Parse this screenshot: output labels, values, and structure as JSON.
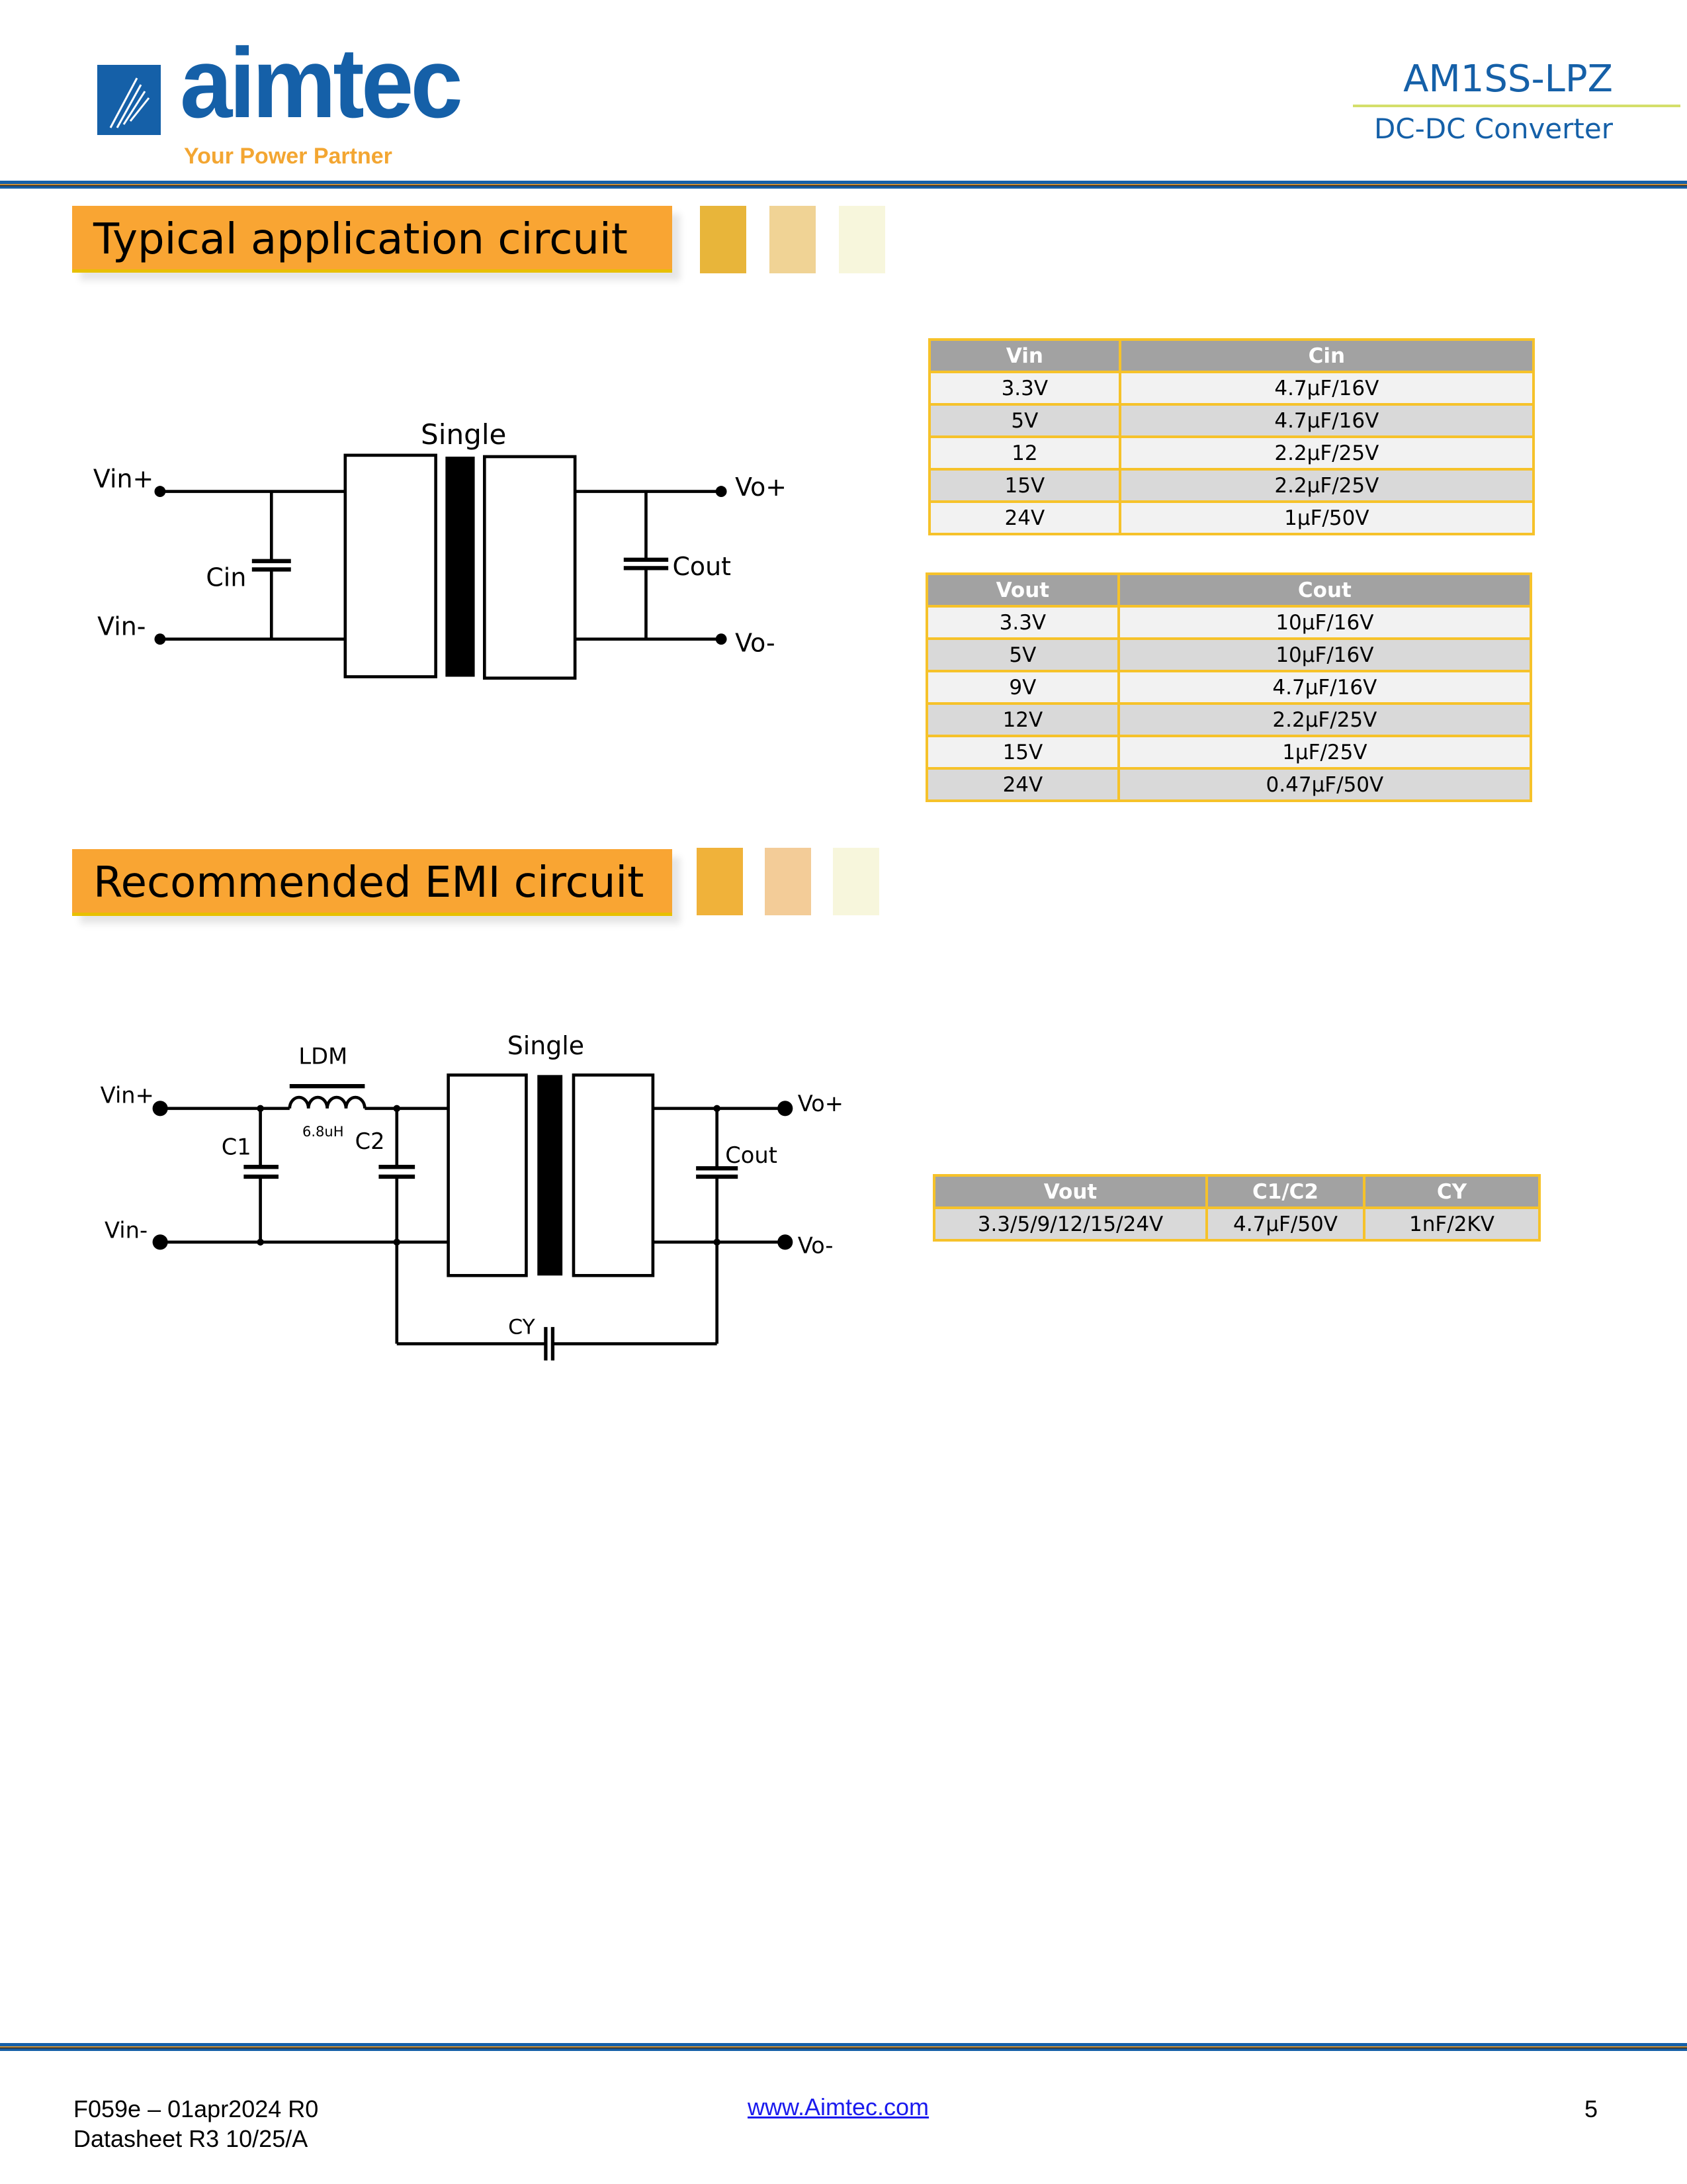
{
  "header": {
    "logo_text": "aimtec",
    "logo_tagline": "Your Power Partner",
    "product": "AM1SS-LPZ",
    "subtitle": "DC-DC Converter"
  },
  "sections": {
    "typical": "Typical application circuit",
    "emi": "Recommended EMI circuit"
  },
  "circuit1": {
    "module": "Single",
    "vin_plus": "Vin+",
    "vin_minus": "Vin-",
    "cin": "Cin",
    "cout": "Cout",
    "vo_plus": "Vo+",
    "vo_minus": "Vo-"
  },
  "circuit2": {
    "module": "Single",
    "ldm": "LDM",
    "ldm_value": "6.8uH",
    "c1": "C1",
    "c2": "C2",
    "cout": "Cout",
    "cy": "CY",
    "vin_plus": "Vin+",
    "vin_minus": "Vin-",
    "vo_plus": "Vo+",
    "vo_minus": "Vo-"
  },
  "cin_table": {
    "headers": [
      "Vin",
      "Cin"
    ],
    "rows": [
      [
        "3.3V",
        "4.7µF/16V"
      ],
      [
        "5V",
        "4.7µF/16V"
      ],
      [
        "12",
        "2.2µF/25V"
      ],
      [
        "15V",
        "2.2µF/25V"
      ],
      [
        "24V",
        "1µF/50V"
      ]
    ]
  },
  "cout_table": {
    "headers": [
      "Vout",
      "Cout"
    ],
    "rows": [
      [
        "3.3V",
        "10µF/16V"
      ],
      [
        "5V",
        "10µF/16V"
      ],
      [
        "9V",
        "4.7µF/16V"
      ],
      [
        "12V",
        "2.2µF/25V"
      ],
      [
        "15V",
        "1µF/25V"
      ],
      [
        "24V",
        "0.47µF/50V"
      ]
    ]
  },
  "emi_table": {
    "headers": [
      "Vout",
      "C1/C2",
      "CY"
    ],
    "rows": [
      [
        "3.3/5/9/12/15/24V",
        "4.7µF/50V",
        "1nF/2KV"
      ]
    ]
  },
  "footer": {
    "form": "F059e – 01apr2024 R0",
    "datasheet": "Datasheet R3 10/25/A",
    "website": "www.Aimtec.com",
    "page": "5"
  },
  "colors": {
    "brand_blue": "#1560a8",
    "accent_orange": "#f9a533",
    "table_border": "#f6c22a"
  }
}
